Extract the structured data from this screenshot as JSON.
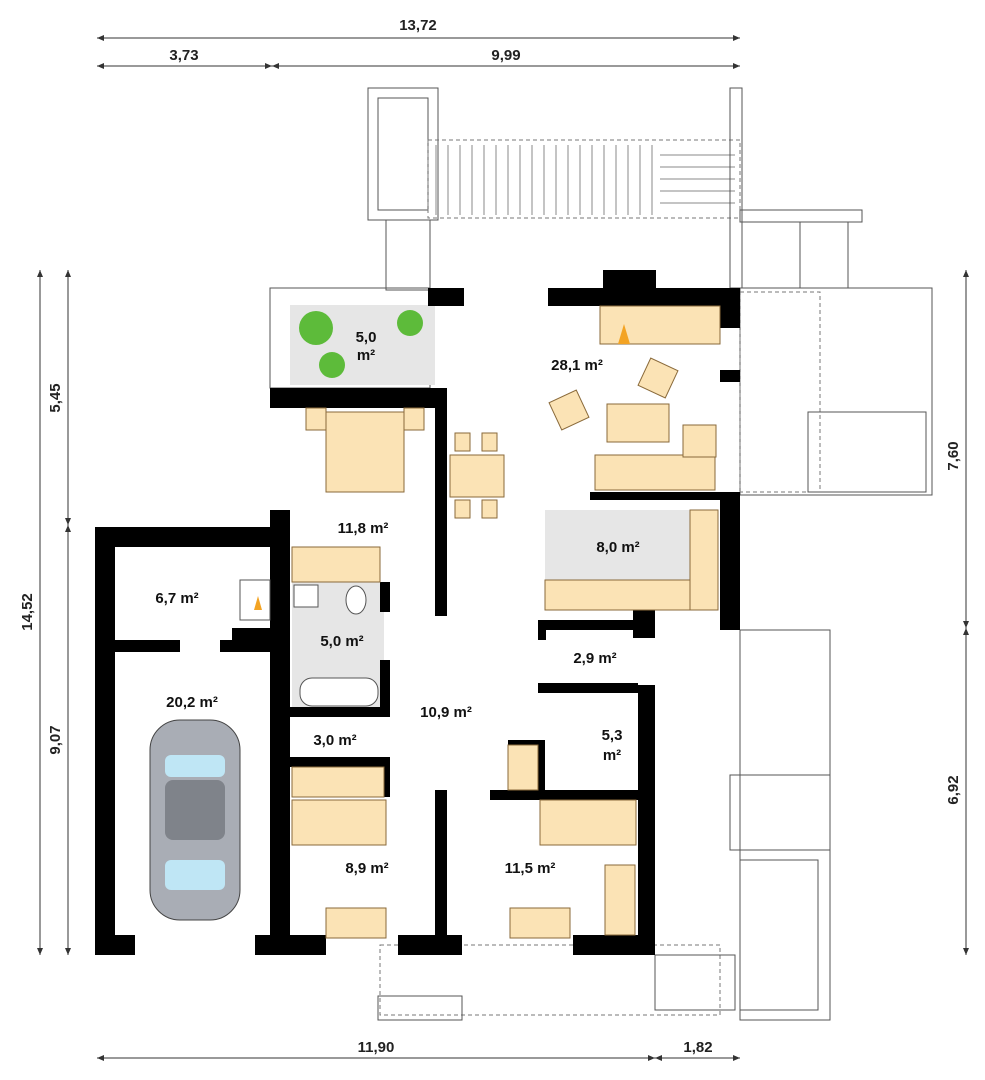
{
  "dimensions": {
    "top_total": "13,72",
    "top_left": "3,73",
    "top_right": "9,99",
    "left_upper": "5,45",
    "left_total": "14,52",
    "left_lower": "9,07",
    "right_upper": "7,60",
    "right_lower": "6,92",
    "bottom_left": "11,90",
    "bottom_right": "1,82"
  },
  "rooms": {
    "winter_garden": {
      "value": "5,0",
      "unit": "m²"
    },
    "living": "28,1 m²",
    "bedroom_main": "11,8 m²",
    "kitchen": "8,0 m²",
    "boiler": "6,7 m²",
    "bathroom": "5,0 m²",
    "wc": "2,9 m²",
    "garage": "20,2 m²",
    "hall": "10,9 m²",
    "corridor": "3,0 m²",
    "storage": {
      "value": "5,3",
      "unit": "m²"
    },
    "bedroom_left": "8,9 m²",
    "bedroom_right": "11,5 m²"
  },
  "colors": {
    "wall": "#000000",
    "furniture": "#fbe3b5",
    "floor_tiles": "#e6e6e6"
  }
}
